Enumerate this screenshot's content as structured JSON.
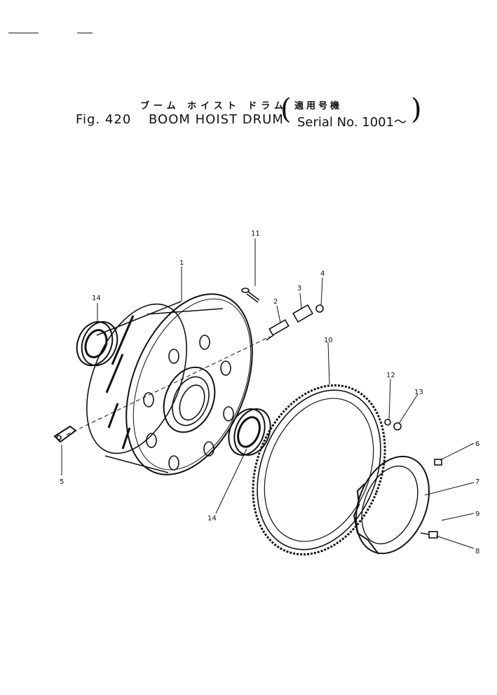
{
  "title": {
    "jp_part": "ブーム ホイスト ドラム",
    "jp_applicable": "適用号機",
    "fig": "Fig. 420",
    "name": "BOOM HOIST DRUM",
    "serial": "Serial No. 1001～"
  },
  "callouts": [
    "1",
    "2",
    "3",
    "4",
    "5",
    "6",
    "7",
    "8",
    "9",
    "10",
    "11",
    "12",
    "13",
    "14",
    "14"
  ],
  "colors": {
    "ink": "#111111",
    "paper": "#ffffff"
  }
}
